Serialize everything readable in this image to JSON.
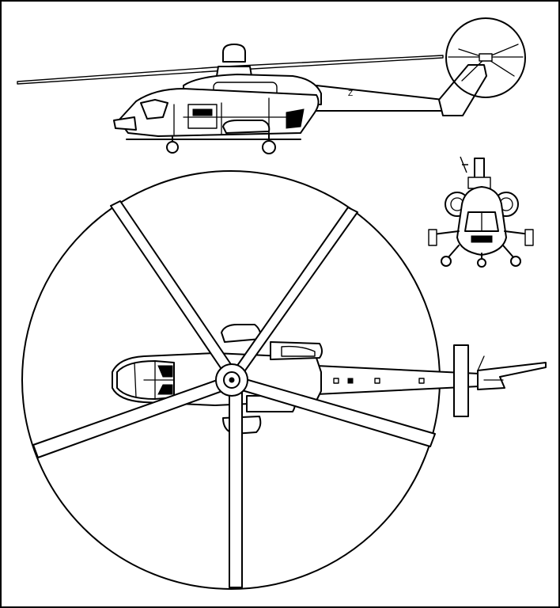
{
  "drawing": {
    "views": [
      "side-view",
      "front-view",
      "top-view"
    ],
    "main_rotor_blades": 5,
    "tail_rotor_blades": 4,
    "line_color": "#000000",
    "background_color": "#ffffff"
  }
}
